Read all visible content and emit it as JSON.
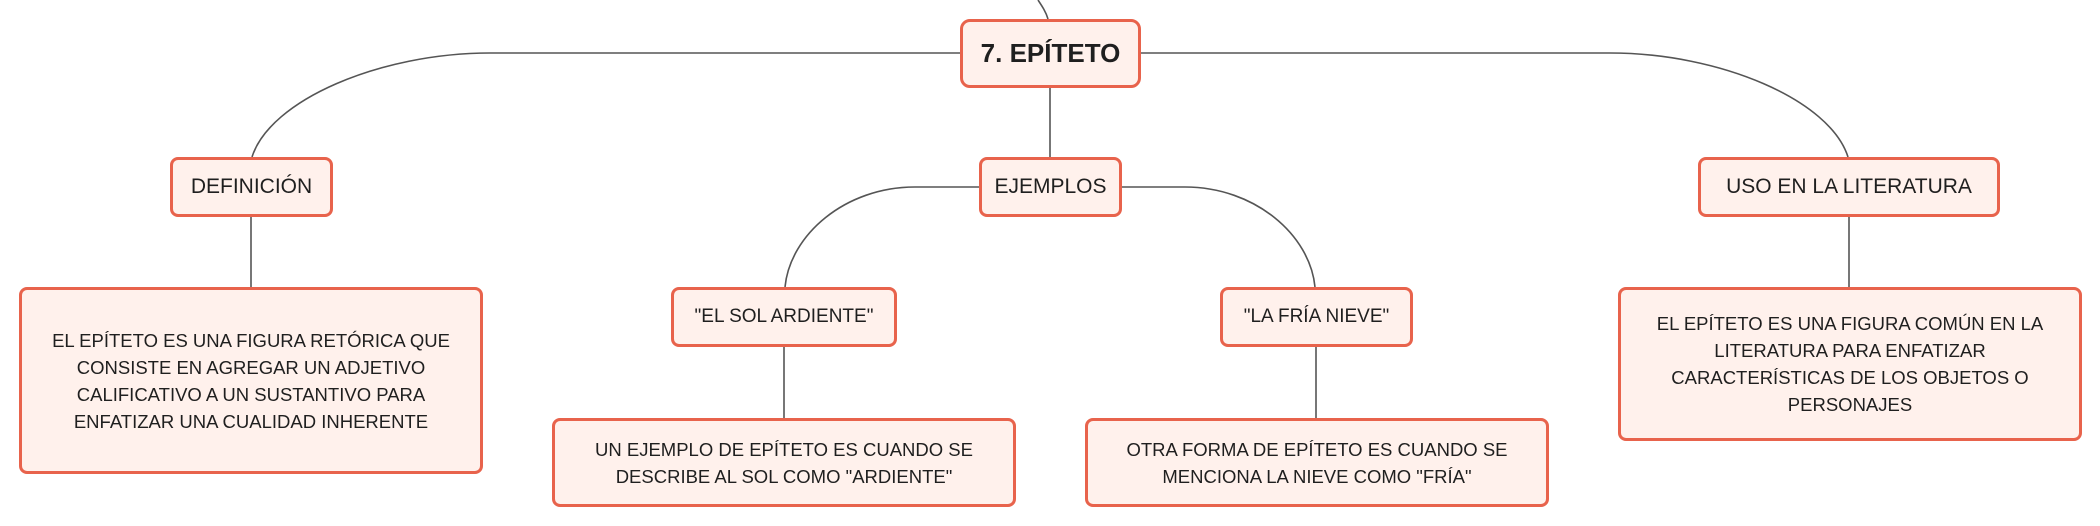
{
  "map": {
    "root": "7. EPÍTETO",
    "definicion": {
      "title": "DEFINICIÓN",
      "detail": "EL EPÍTETO ES UNA FIGURA RETÓRICA QUE CONSISTE EN AGREGAR UN ADJETIVO CALIFICATIVO A UN SUSTANTIVO PARA ENFATIZAR UNA CUALIDAD INHERENTE"
    },
    "ejemplos": {
      "title": "EJEMPLOS",
      "items": [
        {
          "title": "\"EL SOL ARDIENTE\"",
          "detail": "UN EJEMPLO DE EPÍTETO ES CUANDO SE DESCRIBE AL SOL COMO \"ARDIENTE\""
        },
        {
          "title": "\"LA FRÍA NIEVE\"",
          "detail": "OTRA FORMA DE EPÍTETO ES CUANDO SE MENCIONA LA NIEVE COMO \"FRÍA\""
        }
      ]
    },
    "uso": {
      "title": "USO EN LA LITERATURA",
      "detail": "EL EPÍTETO ES UNA FIGURA COMÚN EN LA LITERATURA PARA ENFATIZAR CARACTERÍSTICAS DE LOS OBJETOS O PERSONAJES"
    }
  },
  "colors": {
    "node_border": "#e8634c",
    "node_fill": "#fff1ec",
    "connector": "#555555"
  }
}
